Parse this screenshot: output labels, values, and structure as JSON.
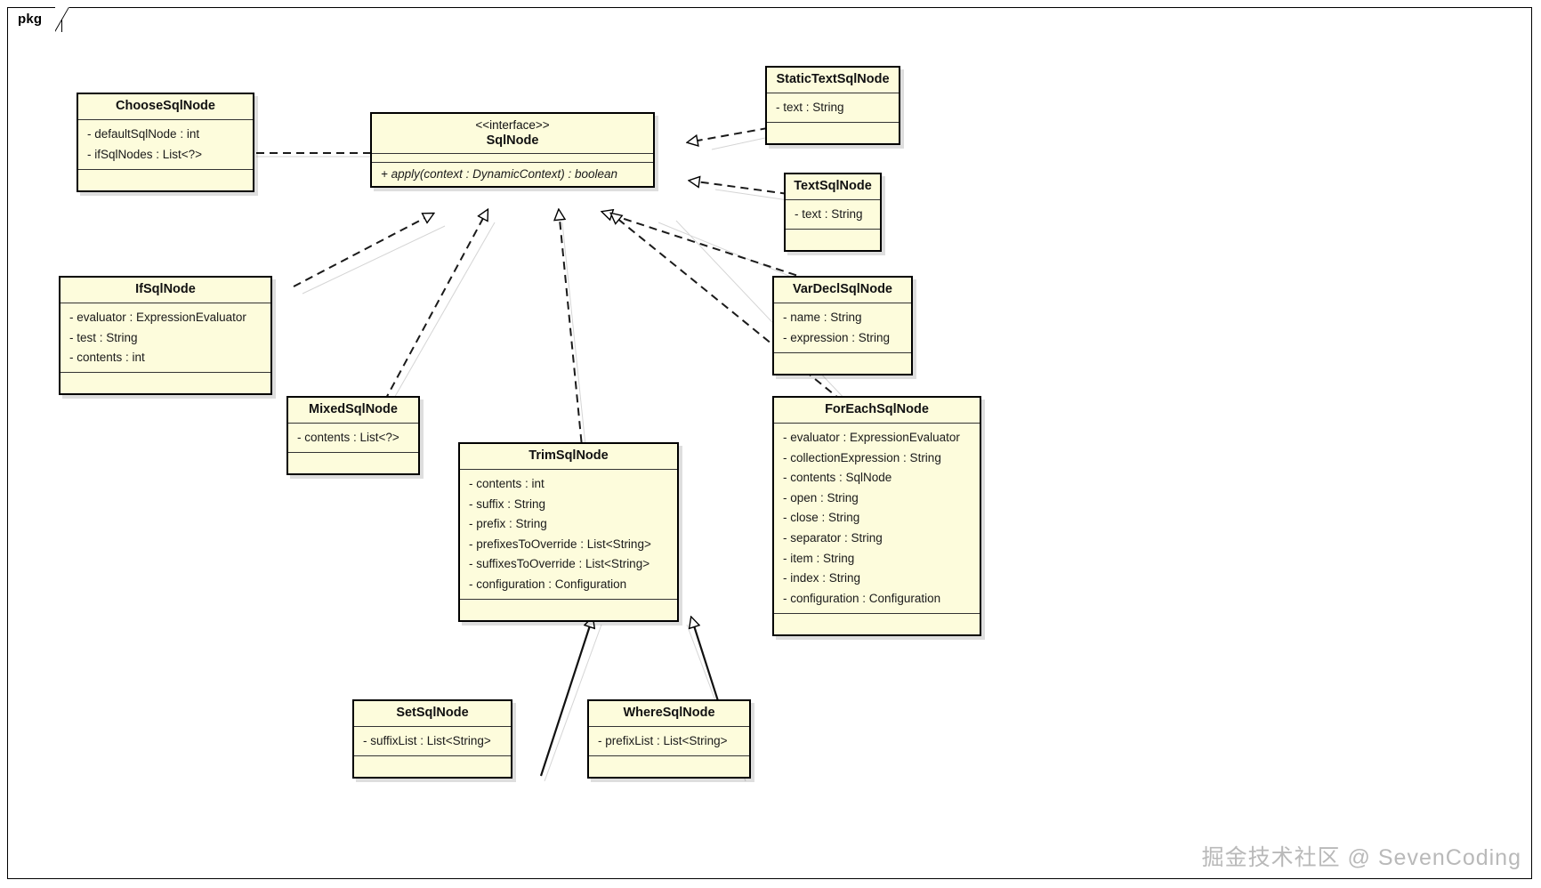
{
  "package": {
    "label": "pkg"
  },
  "watermark": {
    "text": "掘金技术社区 @ SevenCoding"
  },
  "colors": {
    "box_fill": "#fdfcdc",
    "box_border": "#000000",
    "shadow": "rgba(0,0,0,0.13)",
    "watermark": "#b9b9b9",
    "canvas": "#ffffff"
  },
  "diagram": {
    "type": "uml-class-diagram",
    "classes": [
      {
        "id": "ChooseSqlNode",
        "name": "ChooseSqlNode",
        "stereotype": "",
        "attributes": [
          "- defaultSqlNode : int",
          "- ifSqlNodes : List<?>"
        ],
        "operations": []
      },
      {
        "id": "SqlNode",
        "name": "SqlNode",
        "stereotype": "<<interface>>",
        "attributes": [],
        "operations": [
          "+ apply(context : DynamicContext) : boolean"
        ]
      },
      {
        "id": "StaticTextSqlNode",
        "name": "StaticTextSqlNode",
        "stereotype": "",
        "attributes": [
          "- text : String"
        ],
        "operations": []
      },
      {
        "id": "TextSqlNode",
        "name": "TextSqlNode",
        "stereotype": "",
        "attributes": [
          "- text : String"
        ],
        "operations": []
      },
      {
        "id": "IfSqlNode",
        "name": "IfSqlNode",
        "stereotype": "",
        "attributes": [
          "- evaluator : ExpressionEvaluator",
          "- test : String",
          "- contents : int"
        ],
        "operations": []
      },
      {
        "id": "VarDeclSqlNode",
        "name": "VarDeclSqlNode",
        "stereotype": "",
        "attributes": [
          "- name : String",
          "- expression : String"
        ],
        "operations": []
      },
      {
        "id": "MixedSqlNode",
        "name": "MixedSqlNode",
        "stereotype": "",
        "attributes": [
          "- contents : List<?>"
        ],
        "operations": []
      },
      {
        "id": "TrimSqlNode",
        "name": "TrimSqlNode",
        "stereotype": "",
        "attributes": [
          "- contents : int",
          "- suffix : String",
          "- prefix : String",
          "- prefixesToOverride : List<String>",
          "- suffixesToOverride : List<String>",
          "- configuration : Configuration"
        ],
        "operations": []
      },
      {
        "id": "ForEachSqlNode",
        "name": "ForEachSqlNode",
        "stereotype": "",
        "attributes": [
          "- evaluator : ExpressionEvaluator",
          "- collectionExpression : String",
          "- contents : SqlNode",
          "- open : String",
          "- close : String",
          "- separator : String",
          "- item : String",
          "- index : String",
          "- configuration : Configuration"
        ],
        "operations": []
      },
      {
        "id": "SetSqlNode",
        "name": "SetSqlNode",
        "stereotype": "",
        "attributes": [
          "- suffixList : List<String>"
        ],
        "operations": []
      },
      {
        "id": "WhereSqlNode",
        "name": "WhereSqlNode",
        "stereotype": "",
        "attributes": [
          "- prefixList : List<String>"
        ],
        "operations": []
      }
    ],
    "relationships": [
      {
        "from": "ChooseSqlNode",
        "to": "SqlNode",
        "kind": "realization"
      },
      {
        "from": "StaticTextSqlNode",
        "to": "SqlNode",
        "kind": "realization"
      },
      {
        "from": "TextSqlNode",
        "to": "SqlNode",
        "kind": "realization"
      },
      {
        "from": "IfSqlNode",
        "to": "SqlNode",
        "kind": "realization"
      },
      {
        "from": "MixedSqlNode",
        "to": "SqlNode",
        "kind": "realization"
      },
      {
        "from": "TrimSqlNode",
        "to": "SqlNode",
        "kind": "realization"
      },
      {
        "from": "VarDeclSqlNode",
        "to": "SqlNode",
        "kind": "realization"
      },
      {
        "from": "ForEachSqlNode",
        "to": "SqlNode",
        "kind": "realization"
      },
      {
        "from": "SetSqlNode",
        "to": "TrimSqlNode",
        "kind": "generalization"
      },
      {
        "from": "WhereSqlNode",
        "to": "TrimSqlNode",
        "kind": "generalization"
      }
    ]
  }
}
